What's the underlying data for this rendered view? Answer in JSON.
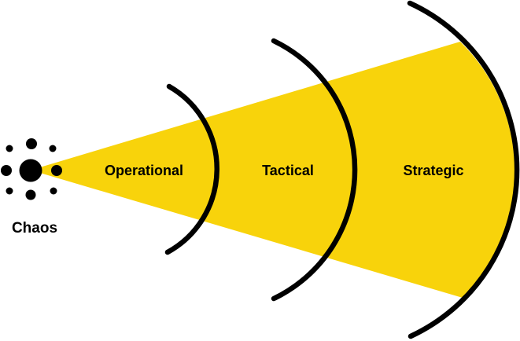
{
  "diagram": {
    "source_label": "Chaos",
    "zones": [
      {
        "label": "Operational"
      },
      {
        "label": "Tactical"
      },
      {
        "label": "Strategic"
      }
    ]
  },
  "colors": {
    "cone_yellow": "#F8D30B",
    "line_black": "#000000",
    "text_black": "#000000",
    "background": "#FFFFFF"
  }
}
